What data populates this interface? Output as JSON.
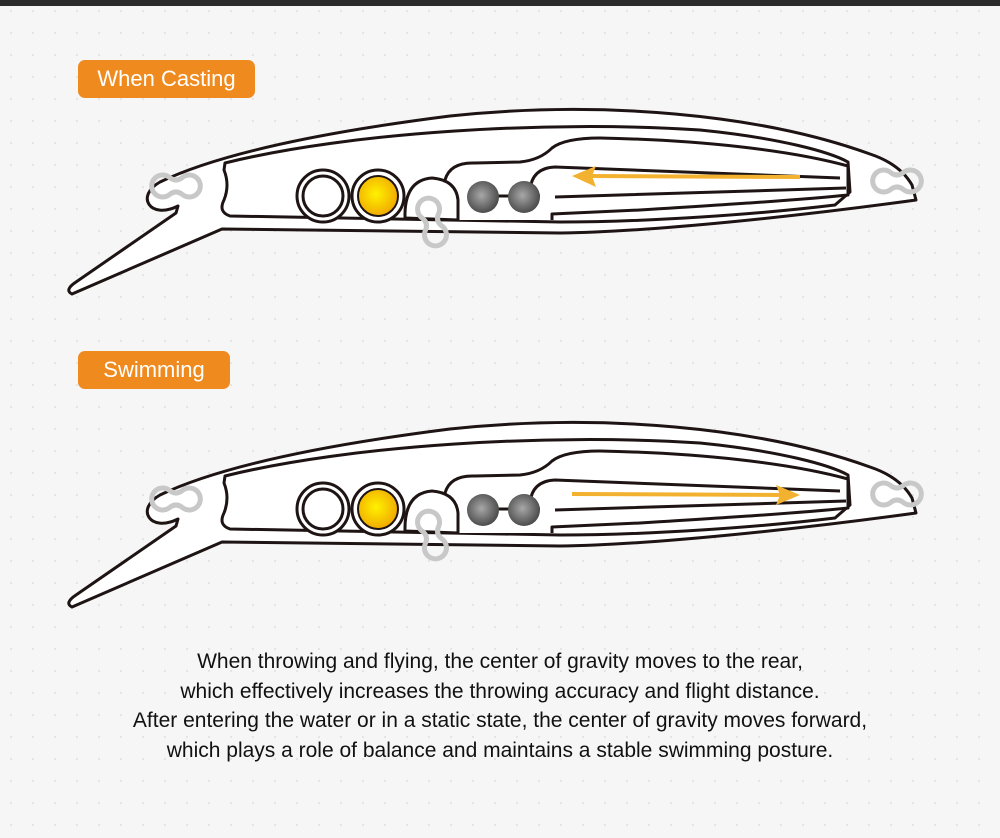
{
  "labels": {
    "casting": "When Casting",
    "swimming": "Swimming"
  },
  "description": [
    "When throwing and flying, the center of gravity moves to the rear,",
    "which effectively increases the throwing accuracy and flight distance.",
    "After entering the water or in a static state, the center of gravity moves forward,",
    "which plays a role of balance and maintains a stable swimming posture."
  ],
  "colors": {
    "accent": "#ef8a1f",
    "arrow": "#f2b22f",
    "weight_ball": "#f5c400",
    "steel_ball": "#6a6a6a",
    "outline": "#1e1414",
    "ring": "#c8c8c8"
  },
  "diagrams": [
    {
      "state": "casting",
      "arrow_direction": "rear"
    },
    {
      "state": "swimming",
      "arrow_direction": "forward"
    }
  ]
}
